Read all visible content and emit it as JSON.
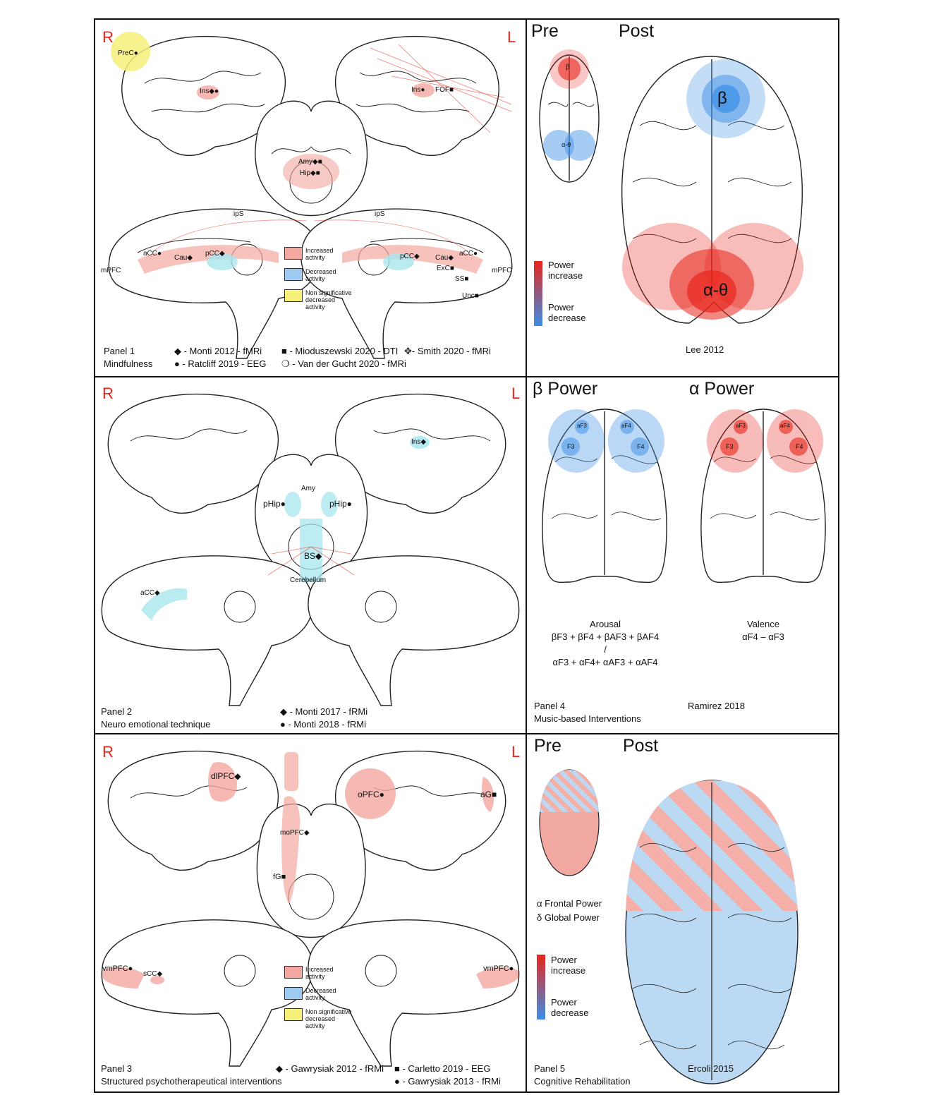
{
  "colors": {
    "increase": "#e8251b",
    "increase_light": "#f4a6a0",
    "decrease": "#3b8ee6",
    "decrease_light": "#9ec9f0",
    "cyan": "#a7e6ee",
    "nonsig": "#f6f07a"
  },
  "sides": {
    "right": "R",
    "left": "L"
  },
  "legend": {
    "increased": "Increased activity",
    "decreased": "Decreased activity",
    "nonsig": "Non significative decreased activity"
  },
  "power_scale": {
    "increase": "Power increase",
    "decrease": "Power decrease"
  },
  "panel1": {
    "title": "Panel 1",
    "subtitle": "Mindfulness",
    "refs": [
      "◆ - Monti 2012 - fMRi",
      "■ - Mioduszewski 2020 - DTI",
      "✥- Smith 2020 - fMRi",
      "● - Ratcliff 2019 - EEG",
      "❍ - Van der Gucht 2020 - fMRi"
    ],
    "labels": {
      "prec": "PreC●",
      "ins_r": "Ins◆●",
      "ins_l": "Ins●",
      "fof": "FOF■",
      "amy": "Amy◆■",
      "hip": "Hip◆■",
      "ips1": "ipS",
      "ips2": "ipS",
      "acc_r": "aCC●",
      "cau_r": "Cau◆",
      "pcc_r": "pCC◆",
      "mpfc_r": "mPFC",
      "pcc_l": "pCC◆",
      "cau_l": "Cau◆",
      "acc_l": "aCC●",
      "exc": "ExC■",
      "ss": "SS■",
      "unc": "Unc■",
      "mpfc_l": "mPFC"
    }
  },
  "panel_lee": {
    "pre": "Pre",
    "post": "Post",
    "beta": "β",
    "alpha_theta": "α-θ",
    "citation": "Lee 2012"
  },
  "panel2": {
    "title": "Panel 2",
    "subtitle": "Neuro emotional technique",
    "refs": [
      "◆ - Monti 2017 - fRMi",
      "● - Monti 2018 - fRMi"
    ],
    "labels": {
      "ins": "Ins◆",
      "amy": "Amy",
      "phip_r": "pHip●",
      "phip_l": "pHip●",
      "bs": "BS◆",
      "cerebellum": "Cerebellum",
      "acc": "aCC◆"
    }
  },
  "panel4": {
    "beta_title": "β Power",
    "alpha_title": "α Power",
    "electrodes": [
      "aF3",
      "aF4",
      "F3",
      "F4"
    ],
    "arousal_label": "Arousal",
    "arousal_num": "βF3 + βF4 + βAF3 + βAF4",
    "arousal_div": "/",
    "arousal_den": "αF3 + αF4+ αAF3 + αAF4",
    "valence_label": "Valence",
    "valence_formula": "αF4 – αF3",
    "title": "Panel 4",
    "subtitle": "Music-based Interventions",
    "citation": "Ramirez 2018"
  },
  "panel3": {
    "title": "Panel 3",
    "subtitle": "Structured psychotherapeutical interventions",
    "refs": [
      "◆ - Gawrysiak 2012 - fRMi",
      "■ - Carletto 2019 - EEG",
      "● - Gawrysiak 2013 - fRMi"
    ],
    "labels": {
      "dlpfc": "dlPFC◆",
      "opfc": "oPFC●",
      "ag": "aG■",
      "mopfc": "moPFC◆",
      "fg": "fG■",
      "vmpfc_r": "vmPFC●",
      "scc": "sCC◆",
      "vmpfc_l": "vmPFC●"
    }
  },
  "panel5": {
    "pre": "Pre",
    "post": "Post",
    "alpha": "α Frontal Power",
    "delta": "δ Global Power",
    "title": "Panel 5",
    "subtitle": "Cognitive Rehabilitation",
    "citation": "Ercoli 2015"
  }
}
